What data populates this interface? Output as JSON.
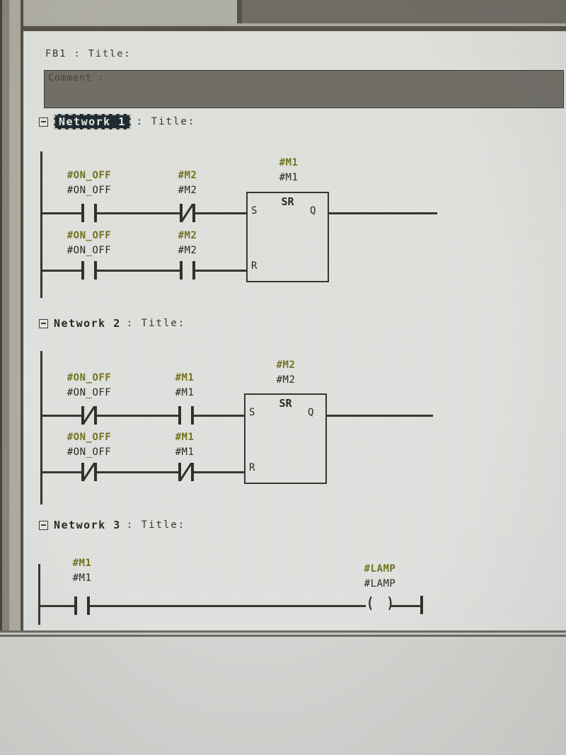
{
  "window": {
    "fb_title": "FB1 : Title:",
    "comment": "Comment :"
  },
  "colors": {
    "symbol_olive": "#72721a",
    "selection_bg": "#1d2730",
    "line": "#34332d",
    "canvas_bg": "#e9eae6",
    "comment_bg": "#716f68",
    "panel_light": "#b5b4aa",
    "panel_dark": "#6f6d66"
  },
  "networks": {
    "n1": {
      "label": "Network 1",
      "suffix": ": Title:",
      "selected": true,
      "r1c1": {
        "sym": "#ON_OFF",
        "addr": "#ON_OFF",
        "type": "NO"
      },
      "r1c2": {
        "sym": "#M2",
        "addr": "#M2",
        "type": "NC"
      },
      "r2c1": {
        "sym": "#ON_OFF",
        "addr": "#ON_OFF",
        "type": "NO"
      },
      "r2c2": {
        "sym": "#M2",
        "addr": "#M2",
        "type": "NO"
      },
      "box": {
        "label": "SR",
        "sym": "#M1",
        "addr": "#M1",
        "pin_s": "S",
        "pin_q": "Q",
        "pin_r": "R"
      }
    },
    "n2": {
      "label": "Network 2",
      "suffix": ": Title:",
      "selected": false,
      "r1c1": {
        "sym": "#ON_OFF",
        "addr": "#ON_OFF",
        "type": "NC"
      },
      "r1c2": {
        "sym": "#M1",
        "addr": "#M1",
        "type": "NO"
      },
      "r2c1": {
        "sym": "#ON_OFF",
        "addr": "#ON_OFF",
        "type": "NC"
      },
      "r2c2": {
        "sym": "#M1",
        "addr": "#M1",
        "type": "NC"
      },
      "box": {
        "label": "SR",
        "sym": "#M2",
        "addr": "#M2",
        "pin_s": "S",
        "pin_q": "Q",
        "pin_r": "R"
      }
    },
    "n3": {
      "label": "Network 3",
      "suffix": ": Title:",
      "selected": false,
      "c1": {
        "sym": "#M1",
        "addr": "#M1",
        "type": "NO"
      },
      "coil": {
        "sym": "#LAMP",
        "addr": "#LAMP",
        "glyph": "( )"
      }
    }
  }
}
